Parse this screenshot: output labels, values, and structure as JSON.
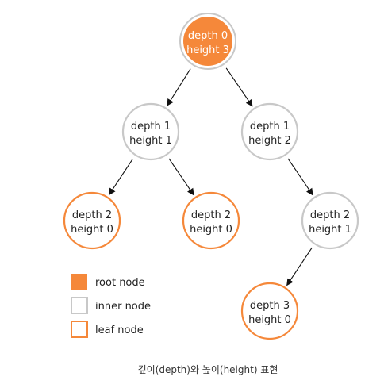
{
  "colors": {
    "accent": "#f5883a",
    "inner_stroke": "#c8c8c8",
    "edge": "#111111"
  },
  "nodes": [
    {
      "id": "n0",
      "type": "root",
      "line1": "depth 0",
      "line2": "height 3"
    },
    {
      "id": "n1",
      "type": "inner",
      "line1": "depth 1",
      "line2": "height 1"
    },
    {
      "id": "n2",
      "type": "inner",
      "line1": "depth 1",
      "line2": "height 2"
    },
    {
      "id": "n3",
      "type": "leaf",
      "line1": "depth 2",
      "line2": "height 0"
    },
    {
      "id": "n4",
      "type": "leaf",
      "line1": "depth 2",
      "line2": "height 0"
    },
    {
      "id": "n5",
      "type": "inner",
      "line1": "depth 2",
      "line2": "height 1"
    },
    {
      "id": "n6",
      "type": "leaf",
      "line1": "depth 3",
      "line2": "height 0"
    }
  ],
  "edges": [
    {
      "from": "n0",
      "to": "n1"
    },
    {
      "from": "n0",
      "to": "n2"
    },
    {
      "from": "n1",
      "to": "n3"
    },
    {
      "from": "n1",
      "to": "n4"
    },
    {
      "from": "n2",
      "to": "n5"
    },
    {
      "from": "n5",
      "to": "n6"
    }
  ],
  "legend": [
    {
      "type": "root",
      "label": "root node"
    },
    {
      "type": "inner",
      "label": "inner node"
    },
    {
      "type": "leaf",
      "label": "leaf node"
    }
  ],
  "caption": "깊이(depth)와 높이(height) 표현"
}
